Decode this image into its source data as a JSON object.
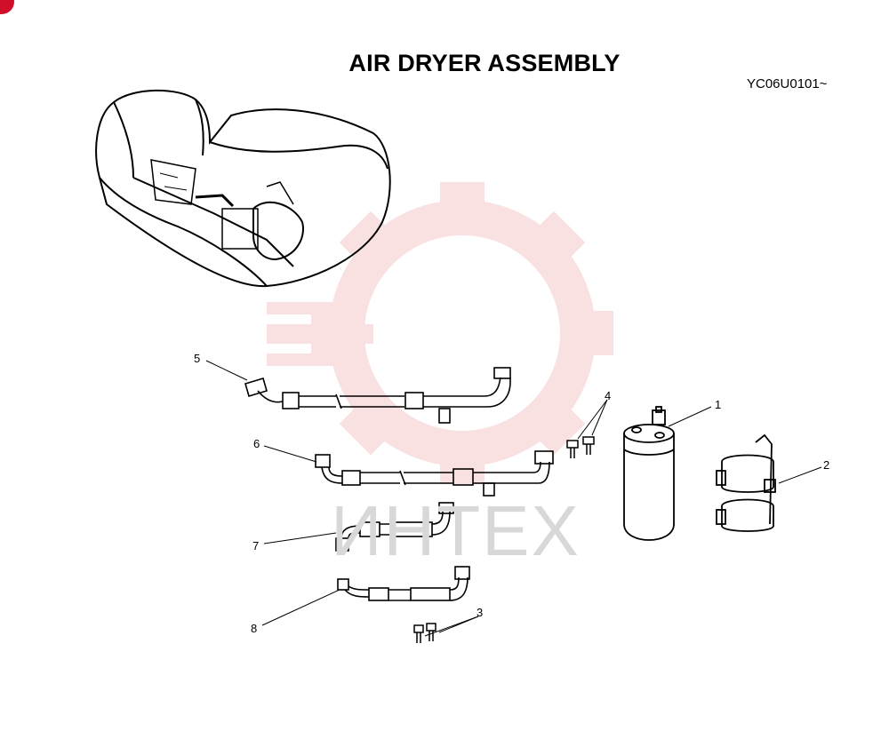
{
  "title": "AIR DRYER ASSEMBLY",
  "serial": "YC06U0101~",
  "watermark": {
    "text": "ИНТЕХ",
    "gear_color": "#f7c9c9",
    "text_color": "#d8d8d8"
  },
  "corner_mark_color": "#d0102a",
  "callouts": [
    {
      "id": "1",
      "label": "1"
    },
    {
      "id": "2",
      "label": "2"
    },
    {
      "id": "3",
      "label": "3"
    },
    {
      "id": "4",
      "label": "4"
    },
    {
      "id": "5",
      "label": "5"
    },
    {
      "id": "6",
      "label": "6"
    },
    {
      "id": "7",
      "label": "7"
    },
    {
      "id": "8",
      "label": "8"
    }
  ]
}
